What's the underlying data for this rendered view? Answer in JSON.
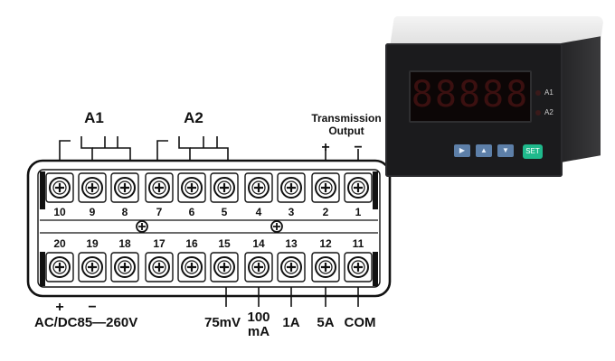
{
  "groups": {
    "a1": "A1",
    "a2": "A2"
  },
  "transmission": {
    "line1": "Transmission",
    "line2": "Output",
    "plus": "+",
    "minus": "−"
  },
  "top_terminals": [
    "10",
    "9",
    "8",
    "7",
    "6",
    "5",
    "4",
    "3",
    "2",
    "1"
  ],
  "bottom_terminals": [
    "20",
    "19",
    "18",
    "17",
    "16",
    "15",
    "14",
    "13",
    "12",
    "11"
  ],
  "power": {
    "plus": "+",
    "minus": "−",
    "label": "AC/DC85—260V"
  },
  "inputs": {
    "mv75": "75mV",
    "ma100_line1": "100",
    "ma100_line2": "mA",
    "a1": "1A",
    "a5": "5A",
    "com": "COM"
  },
  "meter": {
    "digits": "88888",
    "ind_a1": "A1",
    "ind_a2": "A2",
    "btn_shift": "▶",
    "btn_up": "▲",
    "btn_down": "▼",
    "btn_set": "SET"
  }
}
